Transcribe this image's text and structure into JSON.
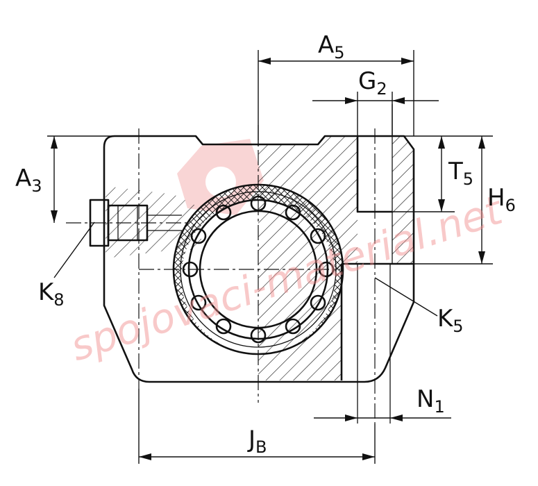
{
  "diagram": {
    "labels": {
      "A5": {
        "main": "A",
        "sub": "5"
      },
      "G2": {
        "main": "G",
        "sub": "2"
      },
      "A3": {
        "main": "A",
        "sub": "3"
      },
      "T5": {
        "main": "T",
        "sub": "5"
      },
      "H6": {
        "main": "H",
        "sub": "6"
      },
      "K8": {
        "main": "K",
        "sub": "8"
      },
      "K5": {
        "main": "K",
        "sub": "5"
      },
      "N1": {
        "main": "N",
        "sub": "1"
      },
      "JB": {
        "main": "J",
        "sub": "B"
      }
    },
    "watermark": "spojovaci-material.net",
    "colors": {
      "line": "#111111",
      "watermark": "#f08a8a"
    }
  }
}
